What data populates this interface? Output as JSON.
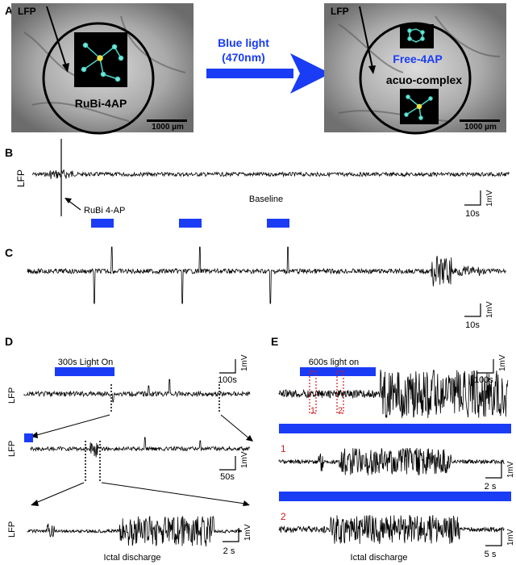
{
  "colors": {
    "light_bar": "#1a3cf5",
    "arrow": "#1a3cf5",
    "marker": "#d21a1a",
    "trace": "#000000"
  },
  "panelA": {
    "letter": "A",
    "lfp_left": "LFP",
    "lfp_right": "LFP",
    "compound_left": "RuBi-4AP",
    "free_label": "Free-4AP",
    "complex_label": "acuo-complex",
    "scale_left": "1000 µm",
    "scale_right": "1000 µm",
    "arrow_line1": "Blue light",
    "arrow_line2": "(470nm)"
  },
  "panelB": {
    "letter": "B",
    "ylabel": "LFP",
    "caption": "Baseline",
    "rubi_label": "RuBi 4-AP",
    "scale_x": "10s",
    "scale_y": "1mV"
  },
  "panelC": {
    "letter": "C",
    "scale_x": "10s",
    "scale_y": "1mV"
  },
  "panelD": {
    "letter": "D",
    "light_label": "300s Light On",
    "ylabel_1": "LFP",
    "ylabel_2": "LFP",
    "ylabel_3": "LFP",
    "scale1_x": "100s",
    "scale1_y": "1mV",
    "scale2_x": "50s",
    "scale2_y": "1mV",
    "scale3_x": "2 s",
    "scale3_y": "1mV",
    "caption": "Ictal discharge"
  },
  "panelE": {
    "letter": "E",
    "light_label": "600s light on",
    "scale1_x": "100s",
    "scale1_y": "1mV",
    "marker_1": "1",
    "marker_2": "2",
    "sub1": "1",
    "sub2": "2",
    "scale2_x": "2 s",
    "scale2_y": "1mV",
    "scale3_x": "5 s",
    "scale3_y": "1mV",
    "caption": "Ictal discharge"
  }
}
